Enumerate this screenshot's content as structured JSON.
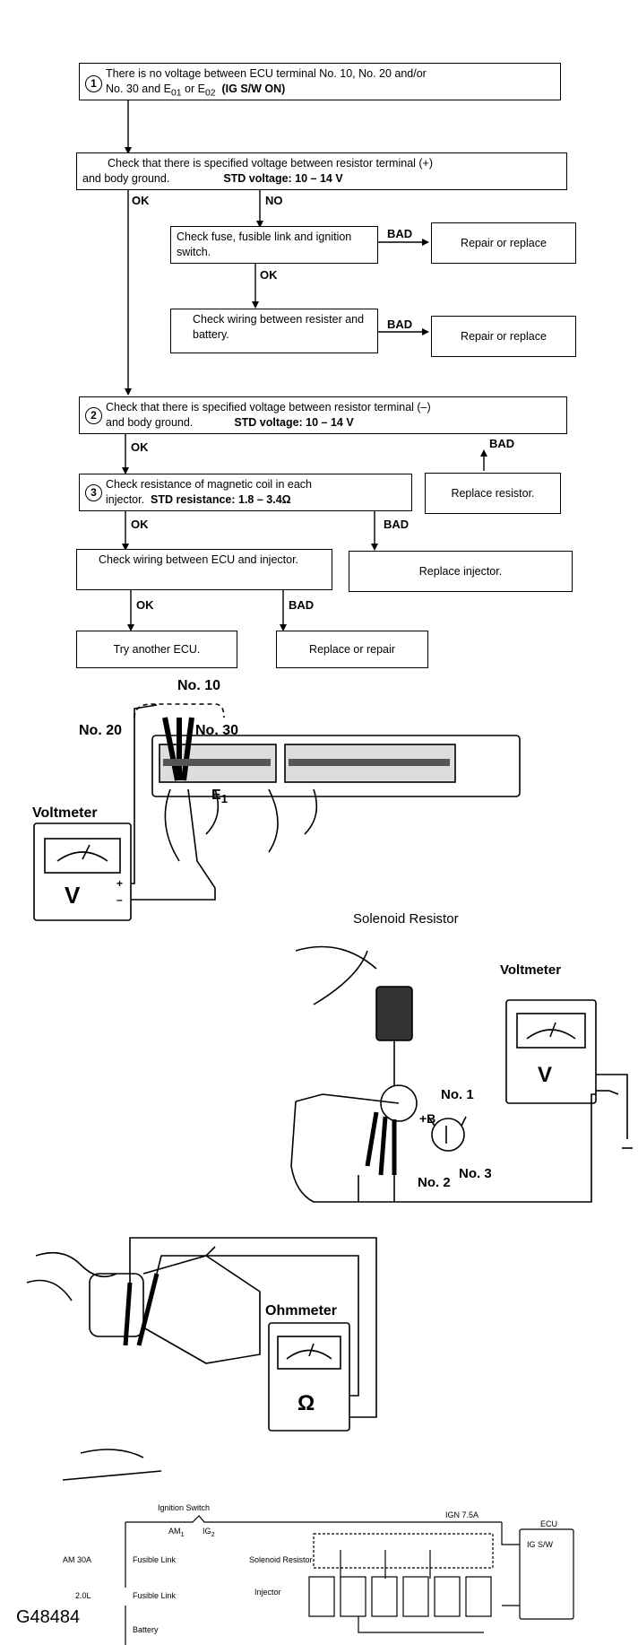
{
  "steps": {
    "s1": {
      "num": "1",
      "line1": "There is no voltage between ECU terminal No. 10, No. 20 and/or",
      "line2": "No. 30 and E",
      "sub01": "01",
      "or": " or E",
      "sub02": "02",
      "ig": "(IG S/W ON)"
    },
    "s_check_resistor": {
      "line1": "Check that there is specified voltage between resistor terminal (+)",
      "line2": "and body ground.",
      "std": "STD voltage:  10 – 14 V"
    },
    "s_fuse": {
      "text": "Check fuse, fusible link and ignition switch."
    },
    "s_repair1": {
      "text": "Repair or replace"
    },
    "s_wiring": {
      "text": "Check wiring between resister and battery."
    },
    "s_repair2": {
      "text": "Repair or replace"
    },
    "s2": {
      "num": "2",
      "line1": "Check that there is specified voltage between resistor terminal (–)",
      "line2": "and body ground.",
      "std": "STD voltage:  10 – 14 V"
    },
    "s3": {
      "num": "3",
      "line1": "Check resistance of magnetic coil in each",
      "line2": "injector.",
      "std": "STD resistance:  1.8 – 3.4Ω"
    },
    "s_replace_resistor": {
      "text": "Replace resistor."
    },
    "s_wiring_ecu": {
      "text": "Check wiring between ECU and injector."
    },
    "s_replace_injector": {
      "text": "Replace injector."
    },
    "s_try_ecu": {
      "text": "Try another ECU."
    },
    "s_replace_repair": {
      "text": "Replace or repair"
    }
  },
  "flow_labels": {
    "ok": "OK",
    "no": "NO",
    "bad": "BAD"
  },
  "figure1": {
    "no10": "No. 10",
    "no20": "No. 20",
    "no30": "No. 30",
    "voltmeter": "Voltmeter",
    "e1": "E",
    "e1sub": "1",
    "v": "V",
    "plus": "+",
    "minus": "–"
  },
  "figure2": {
    "title": "Solenoid Resistor",
    "voltmeter": "Voltmeter",
    "b": "+B",
    "no1": "No. 1",
    "no2": "No. 2",
    "no3": "No. 3",
    "v": "V"
  },
  "figure3": {
    "ohmmeter": "Ohmmeter",
    "omega": "Ω"
  },
  "schematic": {
    "ign_switch": "Ignition Switch",
    "am1": "AM",
    "am1sub": "1",
    "ig2": "IG",
    "ig2sub": "2",
    "fuse": "IGN 7.5A",
    "ecu": "ECU",
    "igsw": "IG S/W",
    "am1_30a": "AM",
    "am1_30a_b": " 30A",
    "fusible1": "Fusible Link",
    "solenoid": "Solenoid Resistor",
    "injector": "Injector",
    "fl2": "2.0L",
    "fusible2": "Fusible Link",
    "battery": "Battery"
  },
  "figure_code": "G48484"
}
